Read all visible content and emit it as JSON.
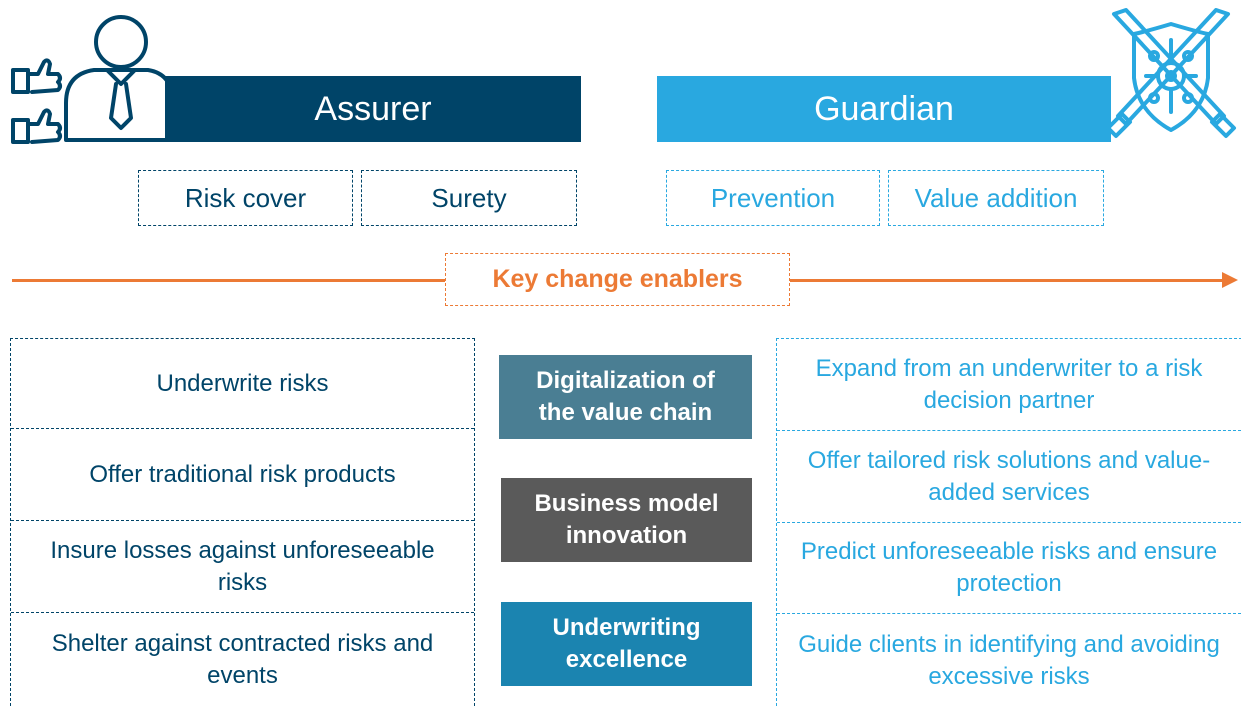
{
  "roles": {
    "assurer": {
      "label": "Assurer",
      "color": "#004468",
      "tags": [
        "Risk cover",
        "Surety"
      ]
    },
    "guardian": {
      "label": "Guardian",
      "color": "#29a8e0",
      "tags": [
        "Prevention",
        "Value addition"
      ]
    }
  },
  "enablers": {
    "title": "Key change enablers",
    "color": "#ec7a35",
    "items": [
      {
        "label": "Digitalization of the value chain",
        "color": "#4a7e93"
      },
      {
        "label": "Business model innovation",
        "color": "#5a5a5a"
      },
      {
        "label": "Underwriting excellence",
        "color": "#1b84b0"
      }
    ]
  },
  "assurer_activities": [
    "Underwrite risks",
    "Offer traditional risk products",
    "Insure losses against unforeseeable risks",
    "Shelter against contracted risks and events"
  ],
  "guardian_activities": [
    "Expand from an underwriter to a risk decision partner",
    "Offer tailored risk solutions and value-added services",
    "Predict unforeseeable risks and ensure protection",
    "Guide clients in identifying and avoiding excessive risks"
  ],
  "icons": {
    "assurer": "businessman-thumbs-up-icon",
    "guardian": "shield-crossed-swords-icon"
  }
}
